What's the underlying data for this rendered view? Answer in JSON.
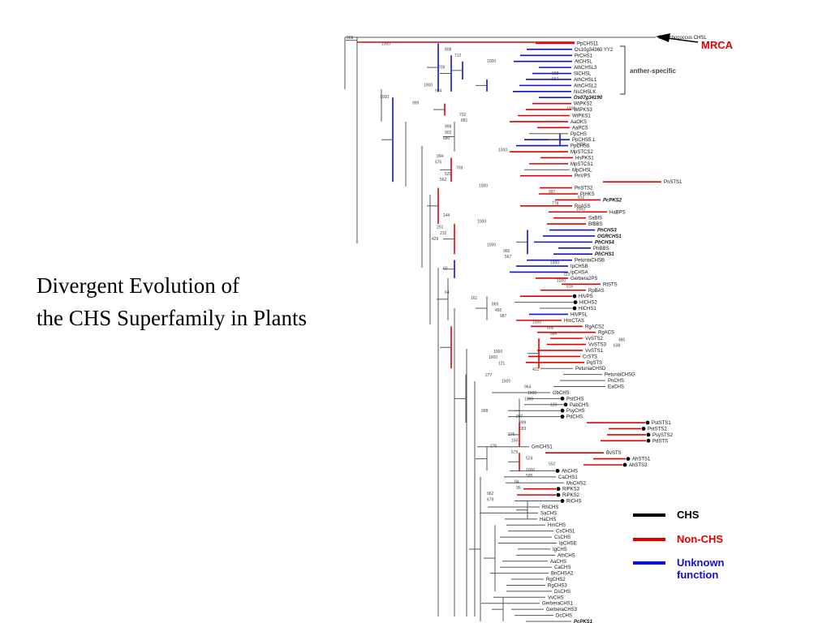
{
  "title": {
    "line1": "Divergent Evolution of",
    "line2": "the CHS Superfamily in Plants"
  },
  "annotations": {
    "mrca": "MRCA",
    "anther": "anther-specific"
  },
  "legend": [
    {
      "label": "CHS",
      "color": "#000000"
    },
    {
      "label": "Non-CHS",
      "color": "#e00000"
    },
    {
      "label": "Unknown\nfunction",
      "color": "#1010d0"
    }
  ],
  "leaves": [
    {
      "n": "Synechococcus CHSL",
      "c": "k"
    },
    {
      "n": "PpCHS11",
      "c": "r"
    },
    {
      "n": "Os10g34360 YY2",
      "c": "b"
    },
    {
      "n": "PrCHS1",
      "c": "b"
    },
    {
      "n": "AtCHSL",
      "c": "b"
    },
    {
      "n": "AthCHSL3",
      "c": "b"
    },
    {
      "n": "SlCHSL",
      "c": "b"
    },
    {
      "n": "AthCHSL1",
      "c": "b"
    },
    {
      "n": "AthCHSL2",
      "c": "b"
    },
    {
      "n": "NsCHSLK",
      "c": "b"
    },
    {
      "n": "Os07g34190",
      "c": "b",
      "b": 1
    },
    {
      "n": "WtPKS2",
      "c": "r"
    },
    {
      "n": "WtPKS3",
      "c": "r"
    },
    {
      "n": "WtPKS1",
      "c": "r"
    },
    {
      "n": "AaOKS",
      "c": "r"
    },
    {
      "n": "AaPCS",
      "c": "r"
    },
    {
      "n": "PpCHS",
      "c": "k"
    },
    {
      "n": "PpCHS5.1",
      "c": "b"
    },
    {
      "n": "PpCHS6",
      "c": "b"
    },
    {
      "n": "MpSTCS2",
      "c": "r"
    },
    {
      "n": "HsPKS1",
      "c": "r"
    },
    {
      "n": "MpSTCS1",
      "c": "r"
    },
    {
      "n": "MpCHSL",
      "c": "k"
    },
    {
      "n": "PnVPS",
      "c": "r"
    },
    {
      "n": "PnSTS1",
      "c": "r"
    },
    {
      "n": "PnSTS2",
      "c": "r"
    },
    {
      "n": "PiHKS",
      "c": "r"
    },
    {
      "n": "PcPKS2",
      "c": "r",
      "b": 1
    },
    {
      "n": "RpASS",
      "c": "r"
    },
    {
      "n": "HaBPS",
      "c": "r"
    },
    {
      "n": "SaBIS",
      "c": "r"
    },
    {
      "n": "BfBBS",
      "c": "r"
    },
    {
      "n": "PhCHS3",
      "c": "b",
      "b": 1
    },
    {
      "n": "OGRCHS1",
      "c": "b",
      "b": 1
    },
    {
      "n": "PhCHS4",
      "c": "b",
      "b": 1
    },
    {
      "n": "PhBBS",
      "c": "b"
    },
    {
      "n": "PhCHS1",
      "c": "b",
      "b": 1
    },
    {
      "n": "PetuniaCHSB",
      "c": "b"
    },
    {
      "n": "IpCHSB",
      "c": "b"
    },
    {
      "n": "IpCHSA",
      "c": "b"
    },
    {
      "n": "Gerbera2PS",
      "c": "r"
    },
    {
      "n": "RtSTS",
      "c": "r"
    },
    {
      "n": "RpBAS",
      "c": "r"
    },
    {
      "n": "HlVPS",
      "c": "r",
      "d": 1
    },
    {
      "n": "HlCHS2",
      "c": "k",
      "d": 1
    },
    {
      "n": "HlCHS1",
      "c": "k",
      "d": 1
    },
    {
      "n": "HlVPSL",
      "c": "b"
    },
    {
      "n": "HmCTAS",
      "c": "r"
    },
    {
      "n": "RgACS2",
      "c": "r"
    },
    {
      "n": "RgACS",
      "c": "r"
    },
    {
      "n": "VvSTS2",
      "c": "r"
    },
    {
      "n": "VvSTS3",
      "c": "r"
    },
    {
      "n": "VvSTS1",
      "c": "r"
    },
    {
      "n": "CrSTS",
      "c": "r"
    },
    {
      "n": "PqSTS",
      "c": "r"
    },
    {
      "n": "PetuniaCHSD",
      "c": "k"
    },
    {
      "n": "PetuniaCHSG",
      "c": "k"
    },
    {
      "n": "PnCHS",
      "c": "k"
    },
    {
      "n": "EaCHS",
      "c": "k"
    },
    {
      "n": "GbCHS",
      "c": "k"
    },
    {
      "n": "PstCHS",
      "c": "k",
      "d": 1
    },
    {
      "n": "PabCHS",
      "c": "k",
      "d": 1
    },
    {
      "n": "PsyCHS",
      "c": "k",
      "d": 1
    },
    {
      "n": "PdCHS",
      "c": "k",
      "d": 1
    },
    {
      "n": "PstSTS1",
      "c": "r",
      "d": 1
    },
    {
      "n": "PstSTS2",
      "c": "r",
      "d": 1
    },
    {
      "n": "PsySTS2",
      "c": "r",
      "d": 1
    },
    {
      "n": "PdSTS",
      "c": "r",
      "d": 1
    },
    {
      "n": "GmCHS1",
      "c": "k"
    },
    {
      "n": "BvSTS",
      "c": "r"
    },
    {
      "n": "AhSTS1",
      "c": "r",
      "d": 1
    },
    {
      "n": "AhSTS3",
      "c": "r",
      "d": 1
    },
    {
      "n": "AhCHS",
      "c": "k",
      "d": 1
    },
    {
      "n": "CaCHS1",
      "c": "k"
    },
    {
      "n": "MsCHS2",
      "c": "k"
    },
    {
      "n": "RiPKS3",
      "c": "r",
      "d": 1
    },
    {
      "n": "RiPKS2",
      "c": "r",
      "d": 1
    },
    {
      "n": "RiCHS",
      "c": "k",
      "d": 1
    },
    {
      "n": "RhCHS",
      "c": "k"
    },
    {
      "n": "SaCHS",
      "c": "k"
    },
    {
      "n": "HaCHS",
      "c": "k"
    },
    {
      "n": "HmCHS",
      "c": "k"
    },
    {
      "n": "CsCHS1",
      "c": "k"
    },
    {
      "n": "CsCHS",
      "c": "k"
    },
    {
      "n": "IpCHSE",
      "c": "k"
    },
    {
      "n": "IgCHS",
      "c": "k"
    },
    {
      "n": "AthCHS",
      "c": "k"
    },
    {
      "n": "AaCHS",
      "c": "k"
    },
    {
      "n": "CaCHS",
      "c": "k"
    },
    {
      "n": "BnCHSA2",
      "c": "k"
    },
    {
      "n": "RgCHS2",
      "c": "k"
    },
    {
      "n": "RgCHS3",
      "c": "k"
    },
    {
      "n": "DsCHS",
      "c": "k"
    },
    {
      "n": "VvCHS",
      "c": "k"
    },
    {
      "n": "GerberaCHS1",
      "c": "k"
    },
    {
      "n": "GerberaCHS3",
      "c": "k"
    },
    {
      "n": "DcCHS",
      "c": "k"
    },
    {
      "n": "PcPKS1",
      "c": "k",
      "b": 1
    }
  ],
  "bootstrap": [
    "998",
    "1000",
    "808",
    "712",
    "1000",
    "709",
    "998",
    "997",
    "1000",
    "994",
    "1000",
    "999",
    "1000",
    "702",
    "881",
    "998",
    "902",
    "680",
    "1000",
    "1000",
    "994",
    "575",
    "709",
    "529",
    "562",
    "1000",
    "997",
    "812",
    "778",
    "1000",
    "144",
    "1000",
    "251",
    "215",
    "429",
    "1000",
    "965",
    "567",
    "1000",
    "60",
    "723",
    "1000",
    "916",
    "64",
    "161",
    "869",
    "455",
    "987",
    "1000",
    "606",
    "664",
    "480",
    "638",
    "1000",
    "1000",
    "121",
    "421",
    "277",
    "1000",
    "964",
    "1000",
    "1000",
    "123",
    "998",
    "997",
    "999",
    "683",
    "276",
    "150",
    "276",
    "679",
    "524",
    "552",
    "1000",
    "595",
    "84",
    "95",
    "962",
    "679"
  ]
}
